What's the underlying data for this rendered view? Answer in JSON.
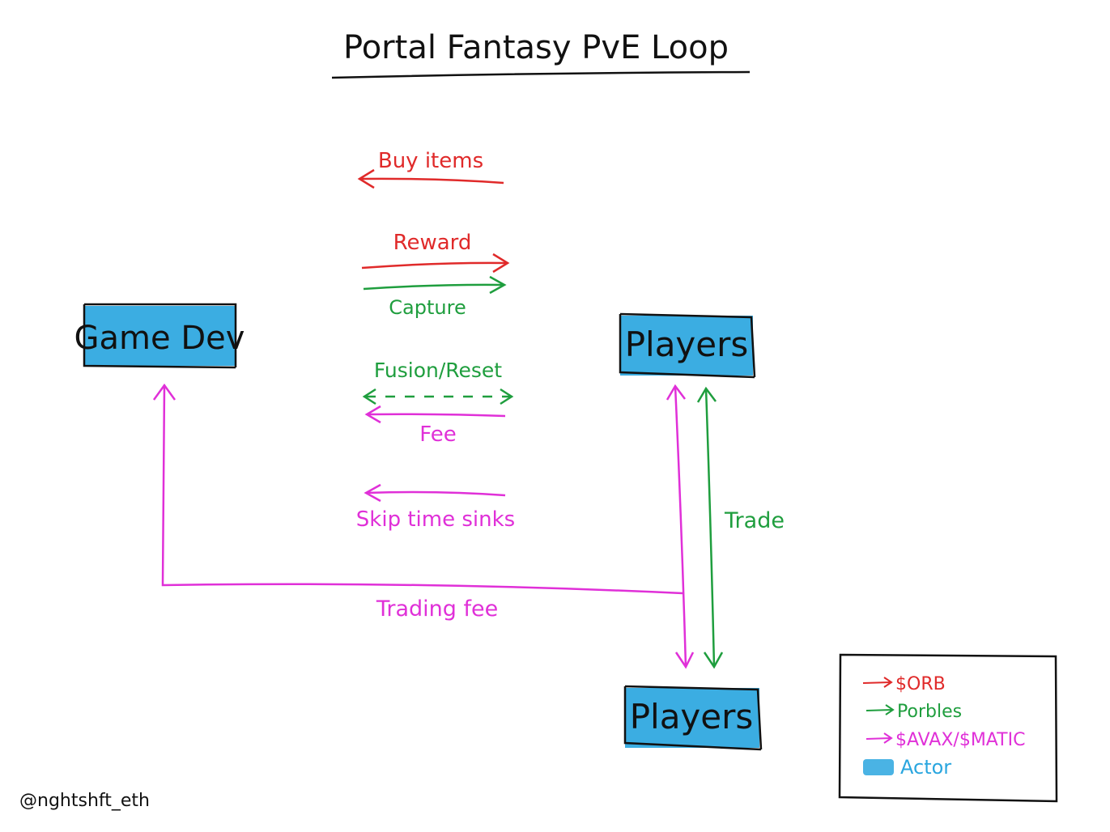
{
  "title": "Portal Fantasy PvE Loop",
  "actors": {
    "game_dev": "Game Dev",
    "players_top": "Players",
    "players_bottom": "Players"
  },
  "flows": {
    "buy_items": "Buy items",
    "reward": "Reward",
    "capture": "Capture",
    "fusion_reset": "Fusion/Reset",
    "fee": "Fee",
    "skip_time_sinks": "Skip time sinks",
    "trading_fee": "Trading fee",
    "trade": "Trade"
  },
  "legend": {
    "orb": "$ORB",
    "porbles": "Porbles",
    "avax_matic": "$AVAX/$MATIC",
    "actor": "Actor"
  },
  "author": "@nghtshft_eth",
  "colors": {
    "orb": "#e02a2a",
    "porbles": "#1f9e3e",
    "avax_matic": "#e030d8",
    "actor": "#2aa6df",
    "ink": "#111111"
  }
}
